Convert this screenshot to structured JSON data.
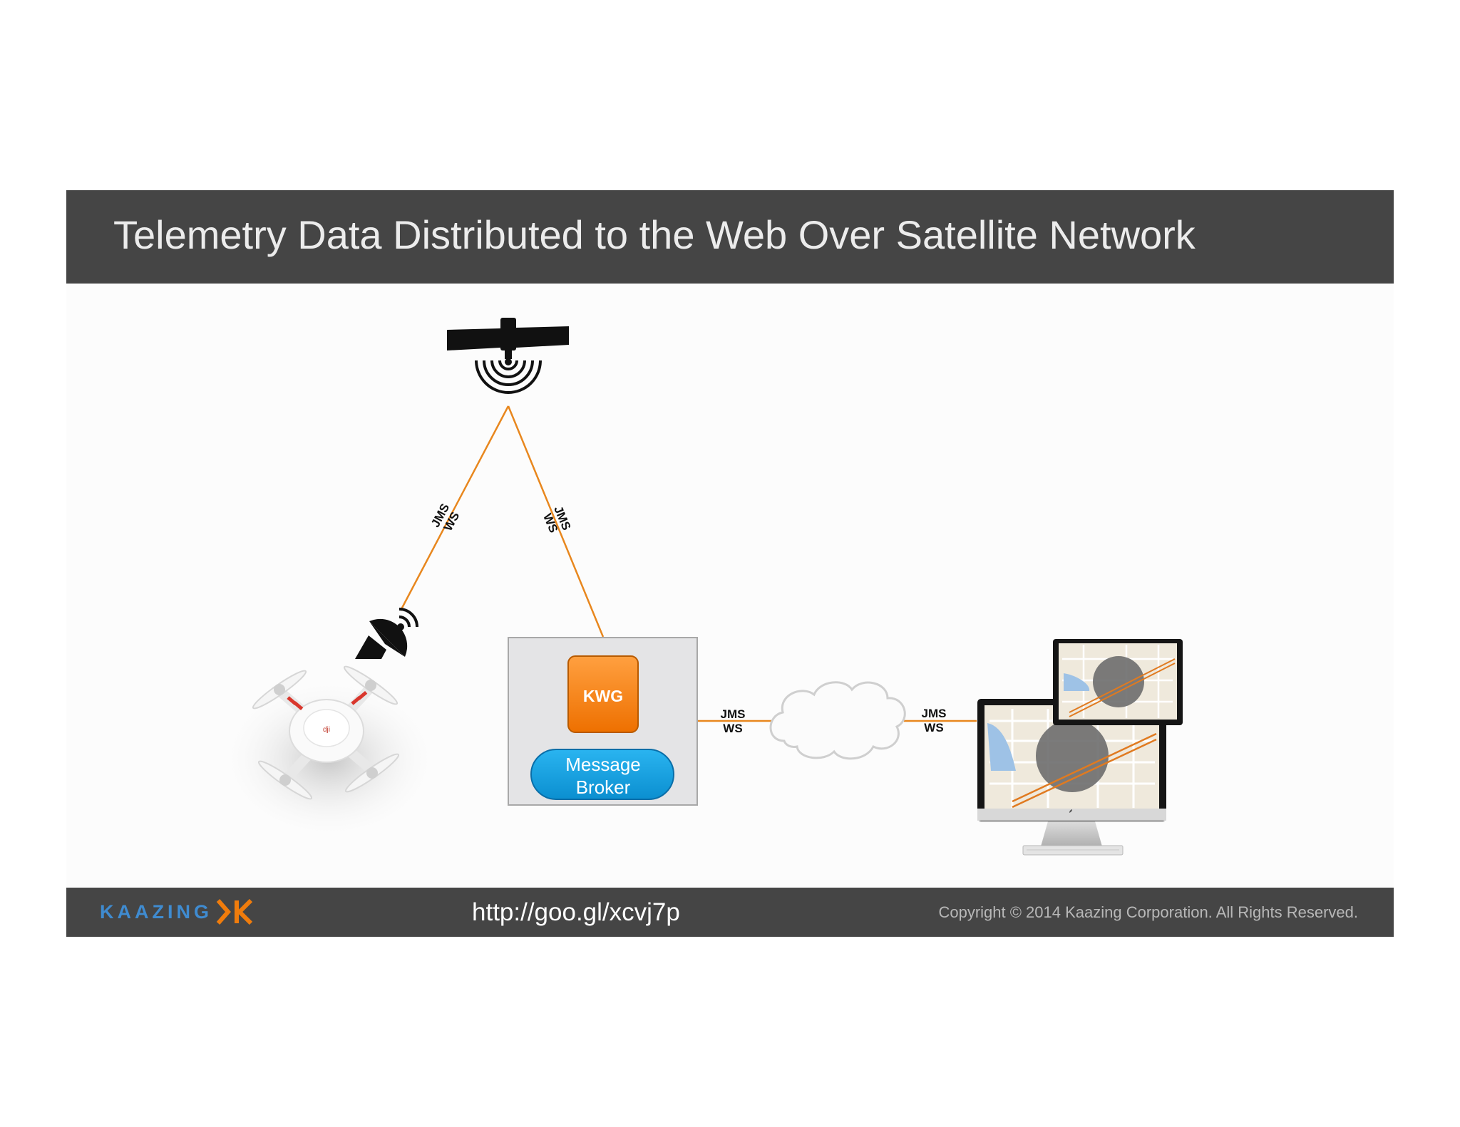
{
  "slide": {
    "title": "Telemetry Data Distributed to the Web Over Satellite Network"
  },
  "diagram": {
    "link_labels": {
      "drone_to_satellite": [
        "JMS",
        "WS"
      ],
      "satellite_to_server": [
        "JMS",
        "WS"
      ],
      "server_to_cloud": [
        "JMS",
        "WS"
      ],
      "cloud_to_clients": [
        "JMS",
        "WS"
      ]
    },
    "kwg_label": "KWG",
    "broker_label_line1": "Message",
    "broker_label_line2": "Broker",
    "icons": [
      "satellite-icon",
      "satellite-dish-icon",
      "quadcopter-drone-icon",
      "cloud-icon",
      "desktop-monitor-icon",
      "tablet-icon"
    ],
    "colors": {
      "link_line": "#e8871e",
      "kwg_orange": "#f07c0c",
      "broker_blue": "#12a2e4",
      "server_box": "#e4e4e6"
    }
  },
  "footer": {
    "logo_text": "KAAZING",
    "url": "http://goo.gl/xcvj7p",
    "copyright": "Copyright © 2014 Kaazing Corporation. All Rights Reserved."
  }
}
